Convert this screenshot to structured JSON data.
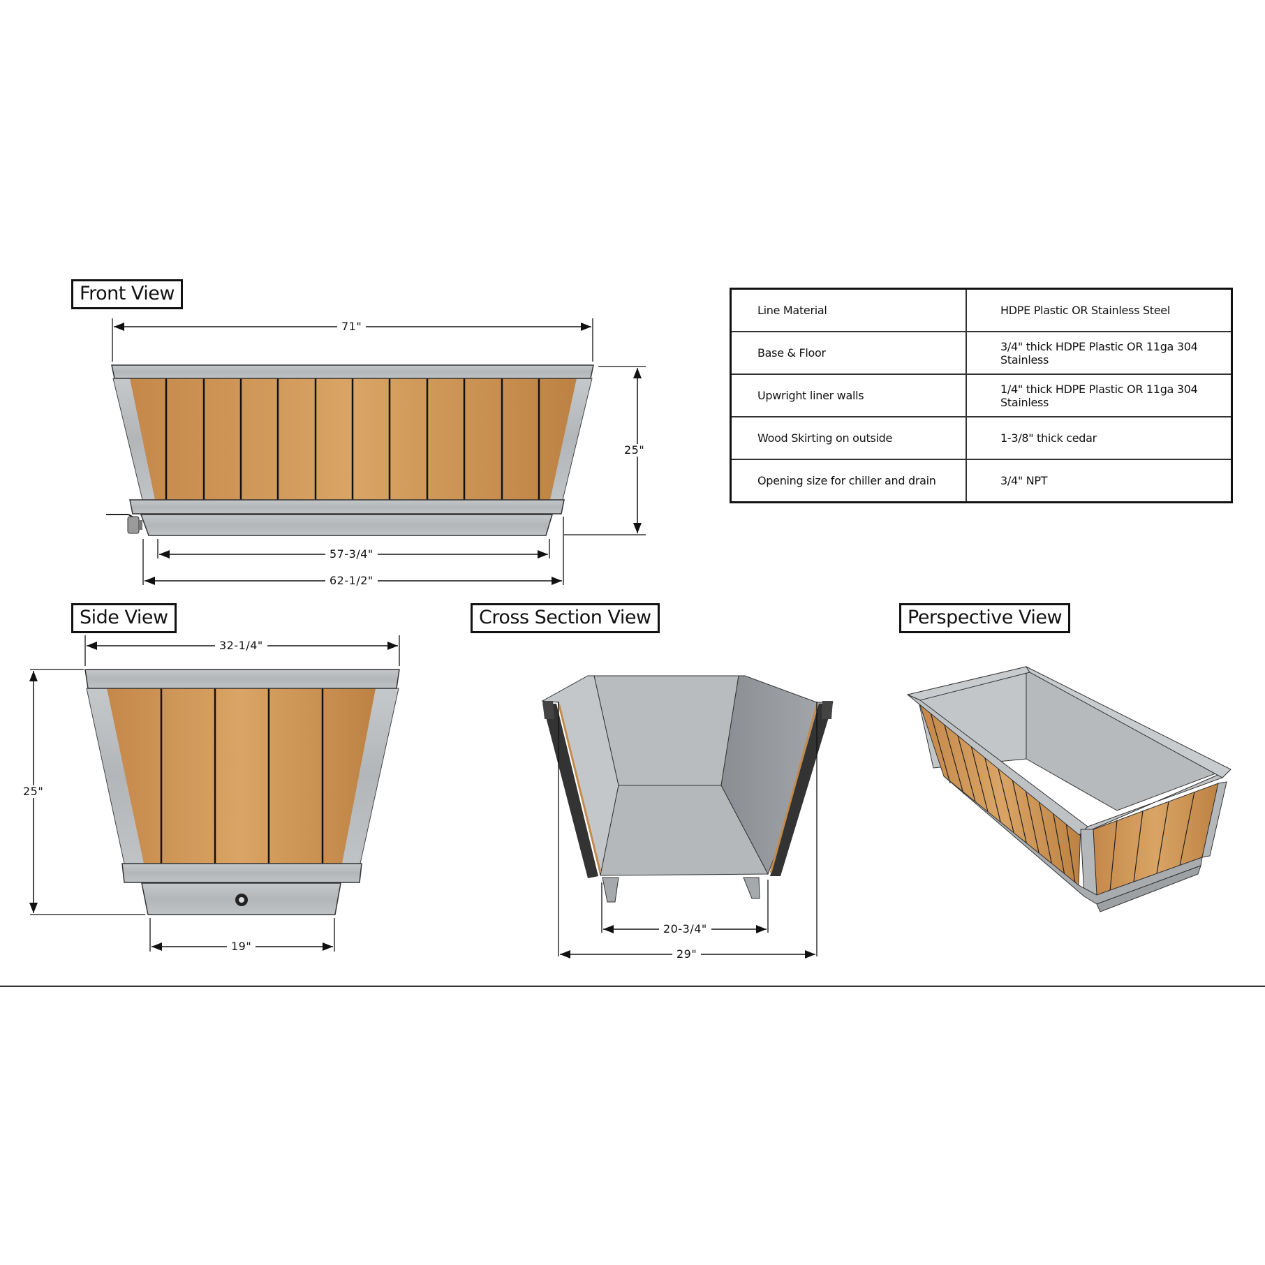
{
  "views": {
    "front": {
      "label": "Front View",
      "dimensions": {
        "overall_length": "71\"",
        "height": "25\"",
        "base_length": "57-3/4\"",
        "base_with_valve": "62-1/2\""
      },
      "plank_count": 12
    },
    "side": {
      "label": "Side View",
      "dimensions": {
        "top_width": "32-1/4\"",
        "height": "25\"",
        "base_width": "19\""
      },
      "plank_count": 5
    },
    "cross_section": {
      "label": "Cross Section View",
      "dimensions": {
        "inner_floor_width": "20-3/4\"",
        "overall_width": "29\""
      }
    },
    "perspective": {
      "label": "Perspective View"
    }
  },
  "spec_table": {
    "rows": [
      {
        "property": "Line Material",
        "value": "HDPE Plastic OR Stainless Steel"
      },
      {
        "property": "Base & Floor",
        "value": "3/4\" thick HDPE Plastic OR 11ga 304 Stainless"
      },
      {
        "property": "Upwright liner walls",
        "value": "1/4\" thick HDPE Plastic OR 11ga 304 Stainless"
      },
      {
        "property": "Wood Skirting on outside",
        "value": "1-3/8\" thick cedar"
      },
      {
        "property": "Opening size for chiller and drain",
        "value": "3/4\" NPT"
      }
    ]
  },
  "colors": {
    "steel": "#b9bcbf",
    "steel_dark": "#8f9397",
    "wood": "#c48a4a",
    "wood_light": "#d9a363",
    "outline": "#111111"
  }
}
